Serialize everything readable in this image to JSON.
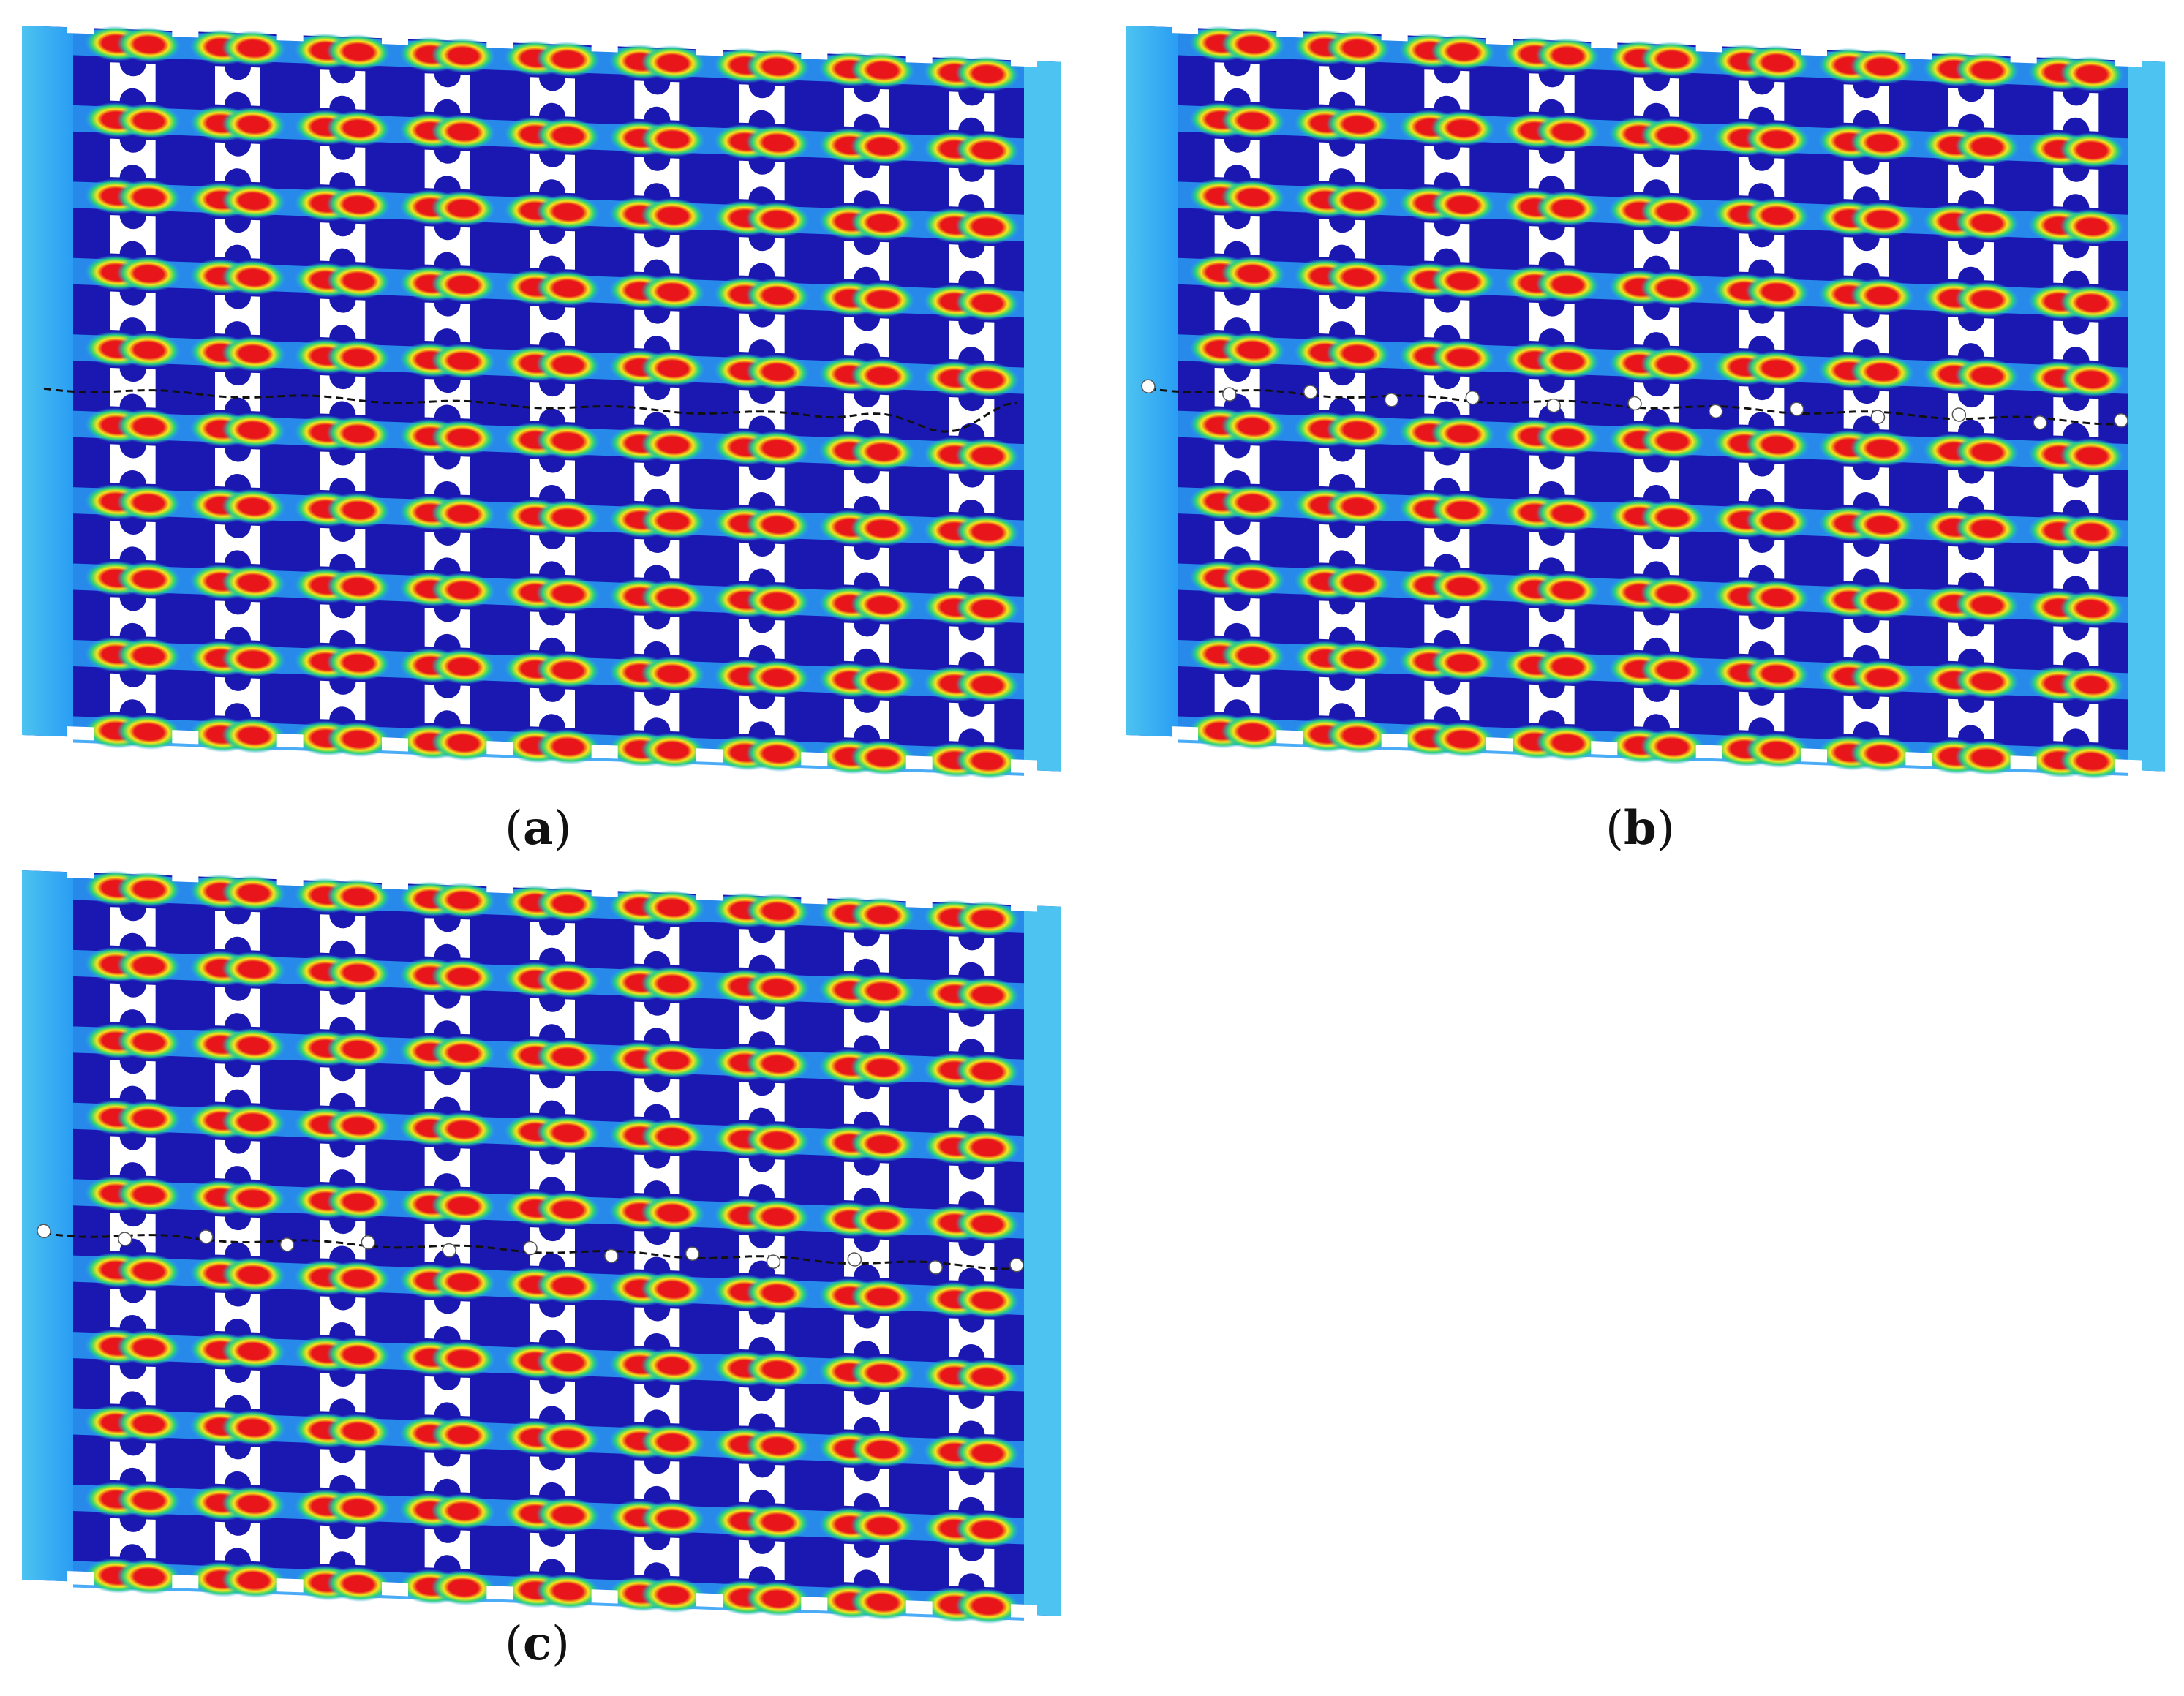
{
  "figure": {
    "panels": [
      {
        "id": "a",
        "label": "a",
        "crack_style": "dashed-wavy"
      },
      {
        "id": "b",
        "label": "b",
        "crack_style": "dashed-with-dots"
      },
      {
        "id": "c",
        "label": "c",
        "crack_style": "dashed-with-dots"
      }
    ],
    "colors": {
      "background": "#ffffff",
      "low_field": "#1a18b0",
      "mid_field": "#2a9df4",
      "edge_field": "#4cc3f0",
      "high_field": "#e8151b",
      "ring_yellow": "#f7e31a",
      "ring_green": "#28d27a",
      "crack_line": "#111111",
      "crack_dot": "#ffffff"
    }
  }
}
